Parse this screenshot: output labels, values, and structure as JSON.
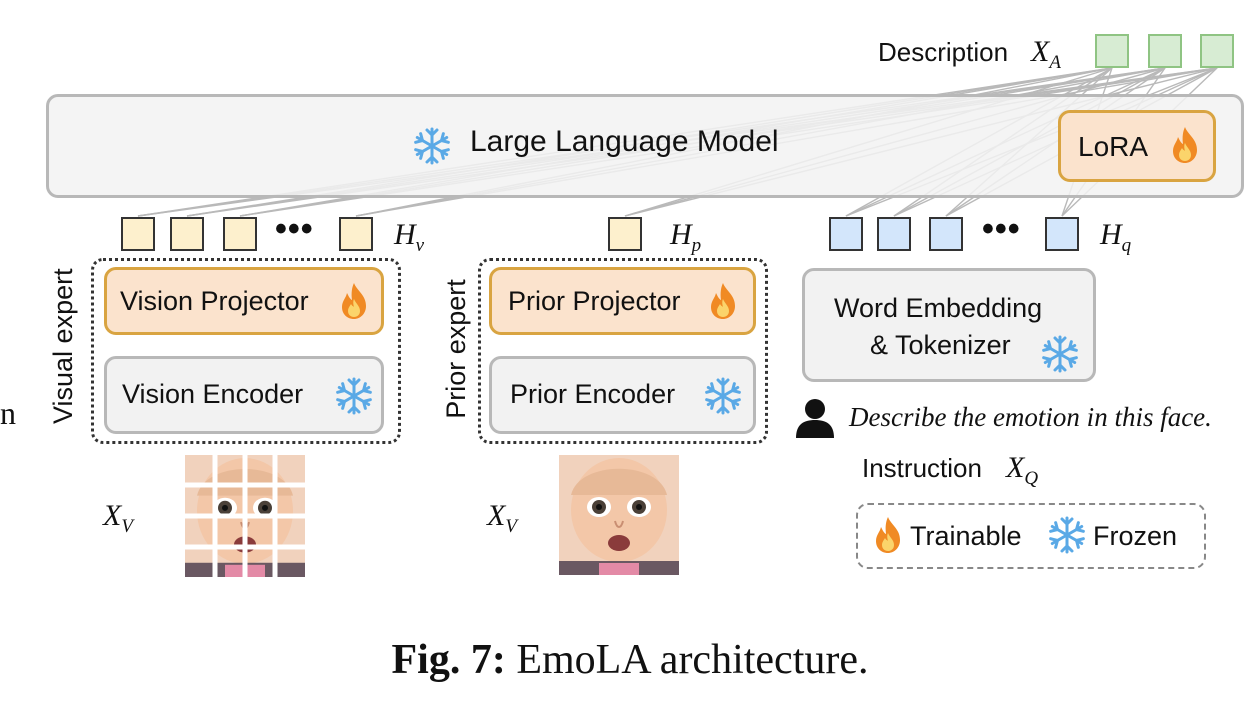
{
  "description_label": "Description",
  "var_xa": "X",
  "var_xa_sub": "A",
  "llm_label": "Large Language Model",
  "lora_label": "LoRA",
  "hv": "H",
  "hv_sub": "v",
  "hp": "H",
  "hp_sub": "p",
  "hq": "H",
  "hq_sub": "q",
  "visual_expert": "Visual expert",
  "prior_expert": "Prior expert",
  "vision_projector": "Vision Projector",
  "vision_encoder": "Vision Encoder",
  "prior_projector": "Prior Projector",
  "prior_encoder": "Prior Encoder",
  "word_embedding_line1": "Word Embedding",
  "word_embedding_line2": "& Tokenizer",
  "instruction_text": "Describe the emotion in this face.",
  "instruction_label": "Instruction",
  "var_xq": "X",
  "var_xq_sub": "Q",
  "var_xv1": "X",
  "var_xv1_sub": "V",
  "var_xv2": "X",
  "var_xv2_sub": "V",
  "legend_trainable": "Trainable",
  "legend_frozen": "Frozen",
  "caption_bold": "Fig. 7:",
  "caption_text": "EmoLA architecture.",
  "edge_left_char": "n",
  "colors": {
    "trainable_fill": "#fbe3cd",
    "trainable_border": "#d9a441",
    "frozen_fill": "#f2f2f2",
    "visual_token": "#fdf0cd",
    "text_token": "#d3e6fb",
    "output_token": "#d7ecd3",
    "snowflake": "#5aa9e6",
    "fire": "#f08a24"
  },
  "icons": [
    "snowflake-icon",
    "fire-icon",
    "user-icon",
    "face-image"
  ]
}
